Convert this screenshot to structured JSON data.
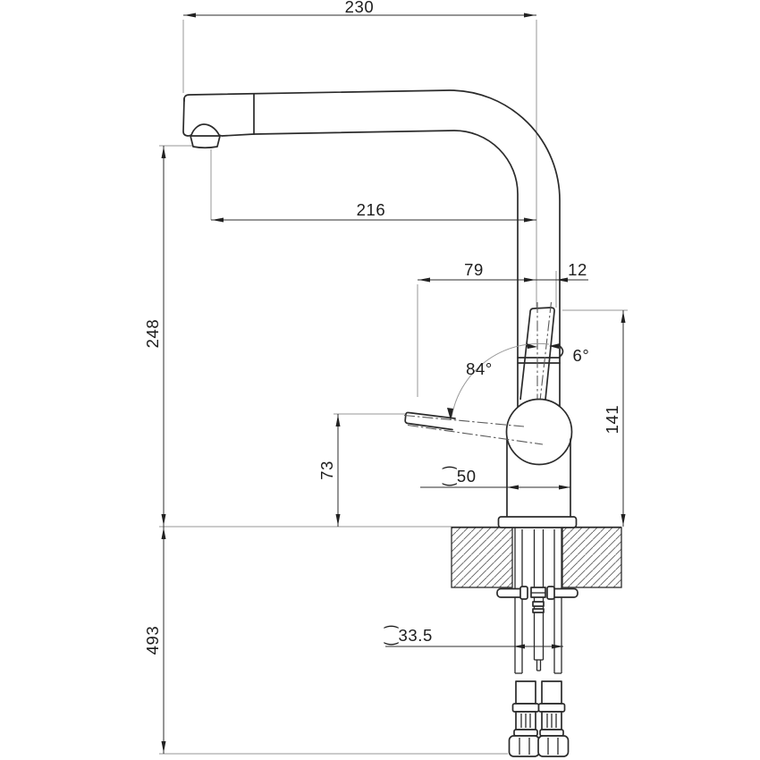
{
  "drawing": {
    "title": "faucet-installation-dimension-drawing",
    "units": "mm",
    "dims": {
      "spout_overall_width": "230",
      "spout_reach": "216",
      "handle_reach": "79",
      "cartridge_offset": "12",
      "spout_height_above_deck": "248",
      "under_deck_length": "493",
      "handle_height": "73",
      "body_height": "141",
      "base_diameter": "⁐50",
      "hole_diameter": "⁐33.5",
      "handle_swing_angle": "84°",
      "cartridge_tilt_angle": "6°"
    },
    "line_colors": {
      "object": "#2b2b2b",
      "dimension": "#2e2e2e",
      "extension": "#979797",
      "text": "#1c1c1c"
    }
  }
}
